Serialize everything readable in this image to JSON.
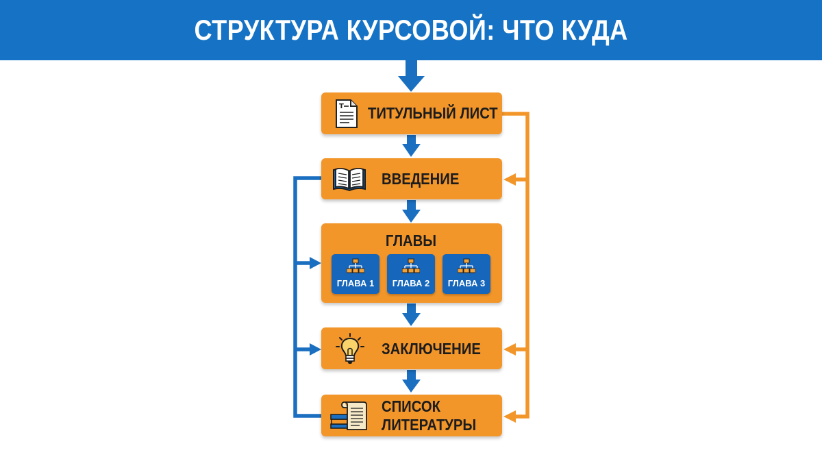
{
  "header": {
    "title": "СТРУКТУРА КУРСОВОЙ: ЧТО КУДА"
  },
  "colors": {
    "header_bg": "#1572c4",
    "box_orange": "#f3962a",
    "arrow_blue": "#1a6fc0",
    "arrow_orange": "#f3962a",
    "chapter_blue": "#1666bb"
  },
  "nodes": {
    "title_page": {
      "label": "ТИТУЛЬНЫЙ ЛИСТ",
      "icon": "document-icon"
    },
    "introduction": {
      "label": "ВВЕДЕНИЕ",
      "icon": "open-book-icon"
    },
    "chapters": {
      "label": "ГЛАВЫ",
      "items": [
        {
          "label": "ГЛАВА 1",
          "icon": "hierarchy-icon"
        },
        {
          "label": "ГЛАВА 2",
          "icon": "hierarchy-icon"
        },
        {
          "label": "ГЛАВА 3",
          "icon": "hierarchy-icon"
        }
      ]
    },
    "conclusion": {
      "label": "ЗАКЛЮЧЕНИЕ",
      "icon": "lightbulb-icon"
    },
    "bibliography": {
      "label_line1": "СПИСОК",
      "label_line2": "ЛИТЕРАТУРЫ",
      "icon": "books-scroll-icon"
    }
  }
}
